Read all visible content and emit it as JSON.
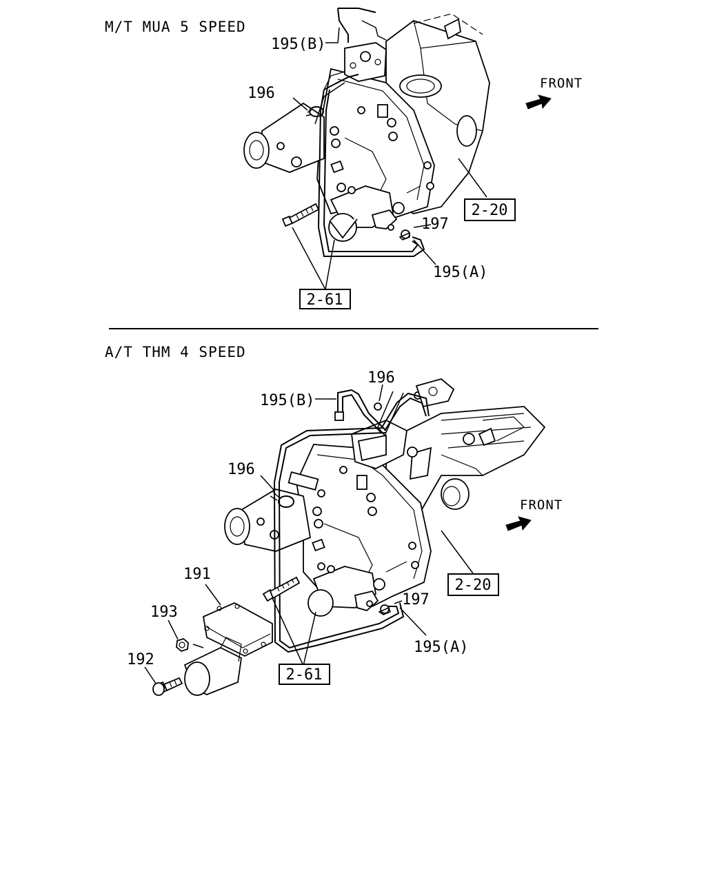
{
  "sections": [
    {
      "heading": "M/T MUA 5 SPEED",
      "front_label": "FRONT",
      "callouts": {
        "hose_b": "195(B)",
        "clip_upper": "196",
        "clip_lower": "197",
        "hose_a": "195(A)",
        "ref_transmission": "2-20",
        "ref_transfer": "2-61"
      }
    },
    {
      "heading": "A/T THM 4 SPEED",
      "front_label": "FRONT",
      "callouts": {
        "hose_b": "195(B)",
        "clip_top": "196",
        "clip_upper": "196",
        "clip_lower": "197",
        "hose_a": "195(A)",
        "ref_transmission": "2-20",
        "ref_transfer": "2-61",
        "actuator": "191",
        "nut": "193",
        "bolt": "192"
      }
    }
  ]
}
